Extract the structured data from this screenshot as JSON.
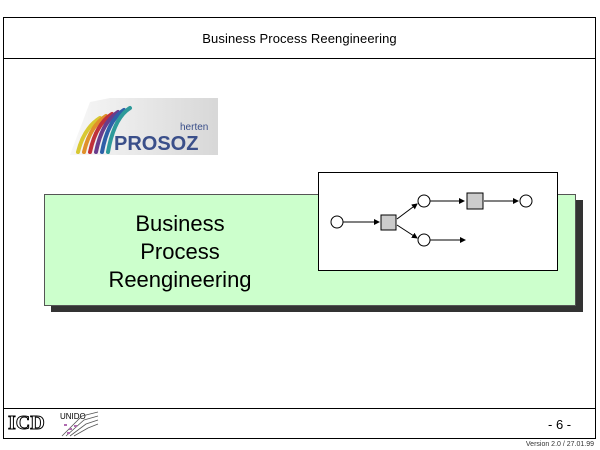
{
  "header": {
    "title": "Business Process Reengineering"
  },
  "logo": {
    "small_text": "herten",
    "brand": "PROSOZ"
  },
  "title_box": {
    "lines": [
      "Business",
      "Process",
      "Reengineering"
    ]
  },
  "footer": {
    "icd_text": "ICD",
    "unido_text": "UNIDO",
    "page_number": "- 6 -",
    "version": "Version 2.0 / 27.01.99"
  },
  "colors": {
    "title_box_fill": "#ccffcc",
    "brand_blue": "#3a4f8a",
    "node_fill": "#cccccc"
  }
}
